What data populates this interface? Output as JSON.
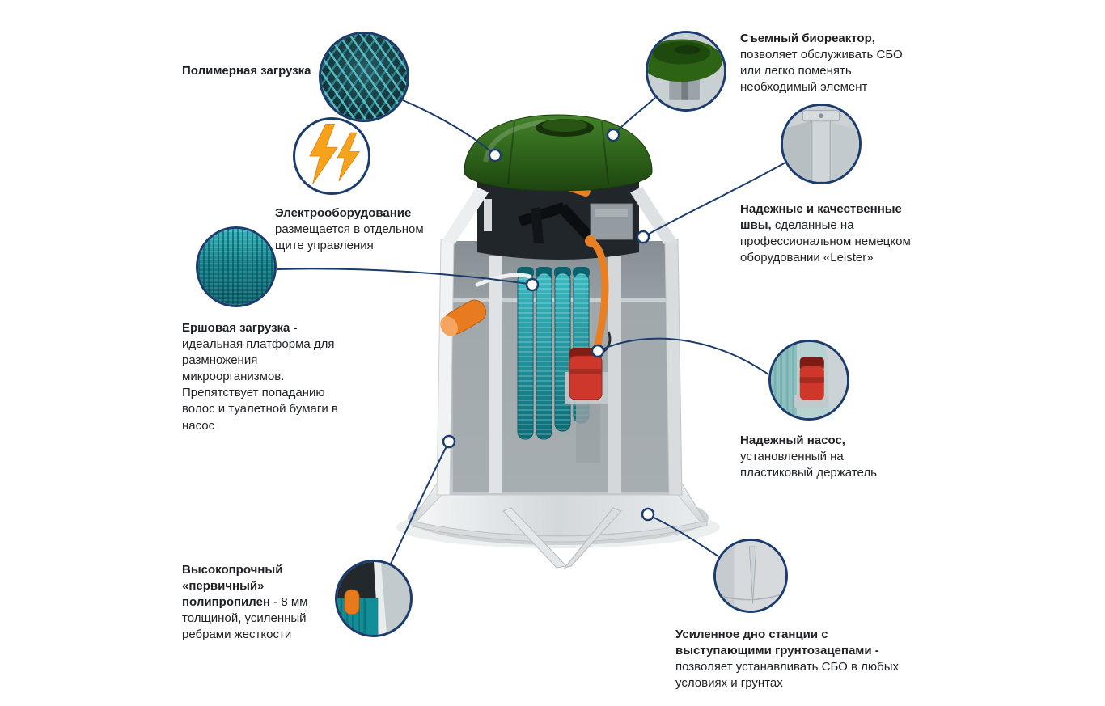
{
  "colors": {
    "accent": "#1b3c6d",
    "lid_green": "#2d611a",
    "brush_teal": "#128e98",
    "pipe_orange": "#e87f22",
    "pump_red": "#ce382c",
    "text": "#1d2125"
  },
  "callouts": [
    {
      "id": "polymer",
      "bold": "Полимерная загрузка",
      "rest": "",
      "icon": "polymer-mesh-icon"
    },
    {
      "id": "electro",
      "bold": "Электрооборудование",
      "rest": " размещается в отдельном щите управления",
      "icon": "lightning-icon"
    },
    {
      "id": "ersh",
      "bold": "Ершовая загрузка -",
      "rest": " идеальная платформа для размножения микроорганизмов. Препятствует попаданию волос и туалетной бумаги в насос",
      "icon": "brush-media-icon"
    },
    {
      "id": "bioreactor",
      "bold": "Съемный биореактор,",
      "rest": " позволяет обслуживать СБО или легко поменять необходимый элемент",
      "icon": "bioreactor-lid-icon"
    },
    {
      "id": "seams",
      "bold": "Надежные и качественные швы,",
      "rest": " сделанные на профессиональном немецком оборудовании «Leister»",
      "icon": "weld-seam-icon"
    },
    {
      "id": "pump",
      "bold": "Надежный насос,",
      "rest": " установленный на пластиковый держатель",
      "icon": "pump-icon"
    },
    {
      "id": "polypropylene",
      "bold": "Высокопрочный «первичный» полипропилен",
      "rest": " - 8 мм толщиной, усиленный ребрами жесткости",
      "icon": "wall-cross-section-icon"
    },
    {
      "id": "bottom",
      "bold": "Усиленное дно станции с выступающими грунтозацепами -",
      "rest": " позволяет устанавливать СБО в любых условиях и грунтах",
      "icon": "reinforced-bottom-icon"
    }
  ]
}
